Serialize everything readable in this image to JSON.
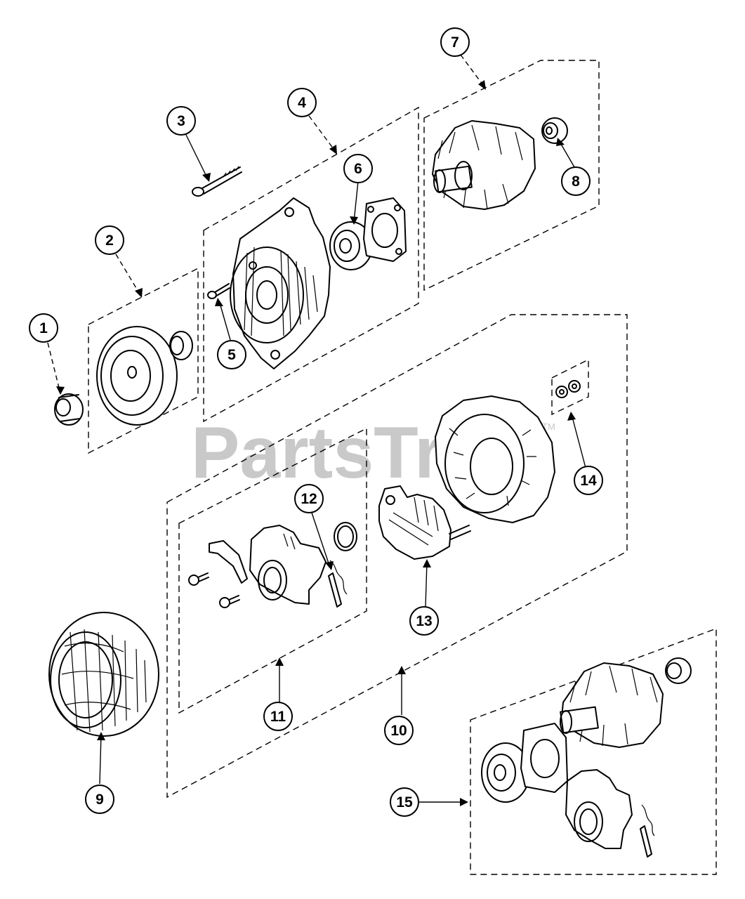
{
  "watermark": {
    "text": "PartsTree",
    "tm": "TM"
  },
  "callouts": [
    {
      "id": "1",
      "label": "1"
    },
    {
      "id": "2",
      "label": "2"
    },
    {
      "id": "3",
      "label": "3"
    },
    {
      "id": "4",
      "label": "4"
    },
    {
      "id": "5",
      "label": "5"
    },
    {
      "id": "6",
      "label": "6"
    },
    {
      "id": "7",
      "label": "7"
    },
    {
      "id": "8",
      "label": "8"
    },
    {
      "id": "9",
      "label": "9"
    },
    {
      "id": "10",
      "label": "10"
    },
    {
      "id": "11",
      "label": "11"
    },
    {
      "id": "12",
      "label": "12"
    },
    {
      "id": "13",
      "label": "13"
    },
    {
      "id": "14",
      "label": "14"
    },
    {
      "id": "15",
      "label": "15"
    }
  ]
}
